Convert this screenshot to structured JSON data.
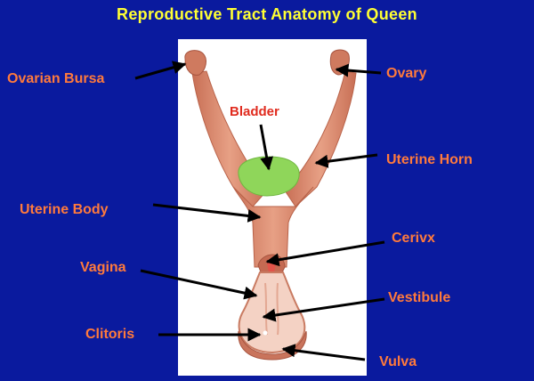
{
  "title": "Reproductive Tract Anatomy of Queen",
  "labels": {
    "ovarian_bursa": "Ovarian Bursa",
    "ovary": "Ovary",
    "bladder": "Bladder",
    "uterine_horn": "Uterine Horn",
    "uterine_body": "Uterine Body",
    "cervix": "Cerivx",
    "vagina": "Vagina",
    "vestibule": "Vestibule",
    "clitoris": "Clitoris",
    "vulva": "Vulva"
  },
  "colors": {
    "background": "#0a1a9e",
    "title": "#ffff33",
    "label": "#ff7a3c",
    "bladder_label": "#e02b1e",
    "tract": "#d9866a",
    "bladder": "#8fd65a"
  }
}
